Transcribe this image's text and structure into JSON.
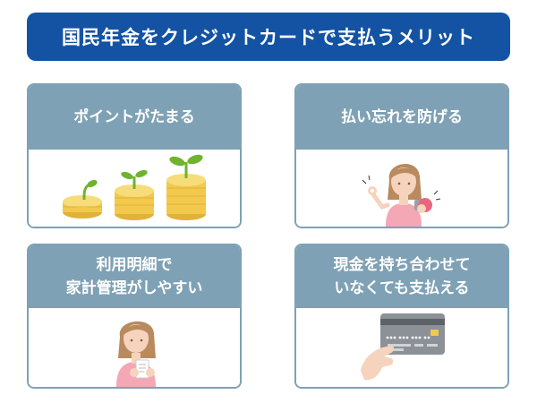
{
  "title": "国民年金をクレジットカードで支払うメリット",
  "cards": [
    {
      "lines": [
        "ポイントがたまる"
      ],
      "icon": "coin-sprout-icon"
    },
    {
      "lines": [
        "払い忘れを防げる"
      ],
      "icon": "woman-remembering-icon"
    },
    {
      "lines": [
        "利用明細で",
        "家計管理がしやすい"
      ],
      "icon": "woman-with-receipt-icon"
    },
    {
      "lines": [
        "現金を持ち合わせて",
        "いなくても支払える"
      ],
      "icon": "hand-holding-card-icon"
    }
  ],
  "colors": {
    "title_bg": "#1453a3",
    "card_accent": "#7ea1b5",
    "coin": "#f2c94c",
    "sprout": "#6fb32f",
    "clothes": "#f4a7b4",
    "card": "#8c9198"
  }
}
